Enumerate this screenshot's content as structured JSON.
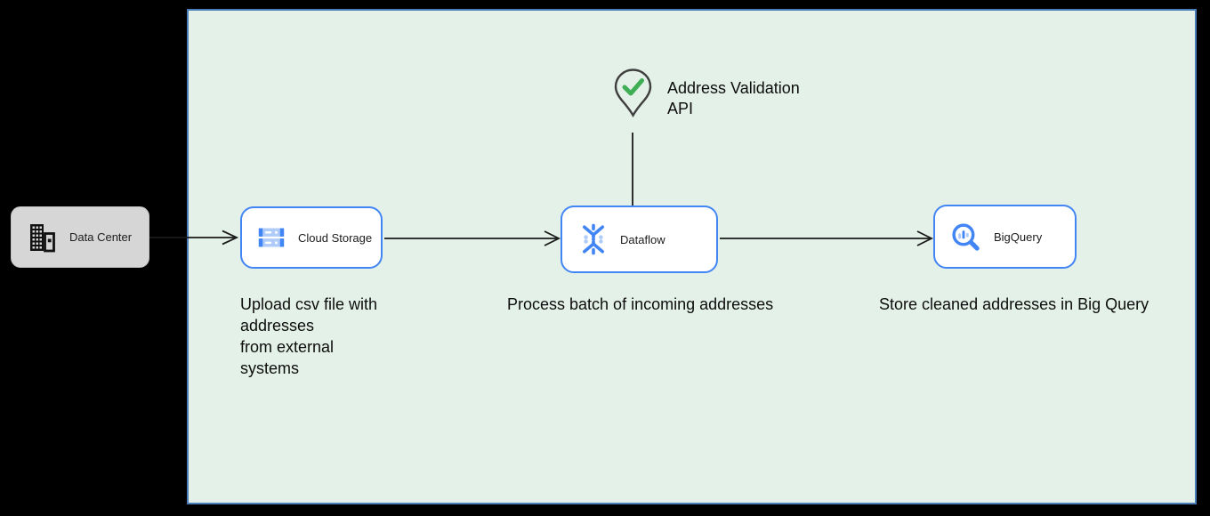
{
  "colors": {
    "background": "#000000",
    "boundary_fill": "#e4f1e9",
    "boundary_border": "#4a7ebb",
    "node_border": "#4285f4",
    "node_fill": "#ffffff",
    "datacenter_fill": "#d6d6d6",
    "connector": "#1a1a1a",
    "icon_blue": "#4285f4",
    "icon_light_blue": "#aecbfa",
    "check_green": "#3fae54",
    "pin_outline": "#3f3f3f",
    "text": "#0d0d0d",
    "icon_black": "#111111"
  },
  "nodes": {
    "data_center": {
      "label": "Data Center",
      "icon": "building-icon"
    },
    "cloud_storage": {
      "label": "Cloud Storage",
      "icon": "cloud-storage-icon"
    },
    "dataflow": {
      "label": "Dataflow",
      "icon": "dataflow-icon"
    },
    "bigquery": {
      "label": "BigQuery",
      "icon": "bigquery-icon"
    }
  },
  "api": {
    "icon": "map-pin-check-icon",
    "lines": [
      "Address Validation",
      "API"
    ]
  },
  "annotations": {
    "upload": {
      "lines": [
        "Upload csv file with",
        "addresses",
        "from external",
        "systems"
      ]
    },
    "process": {
      "text": "Process batch of incoming addresses"
    },
    "store": {
      "text": "Store cleaned addresses in Big Query"
    }
  }
}
